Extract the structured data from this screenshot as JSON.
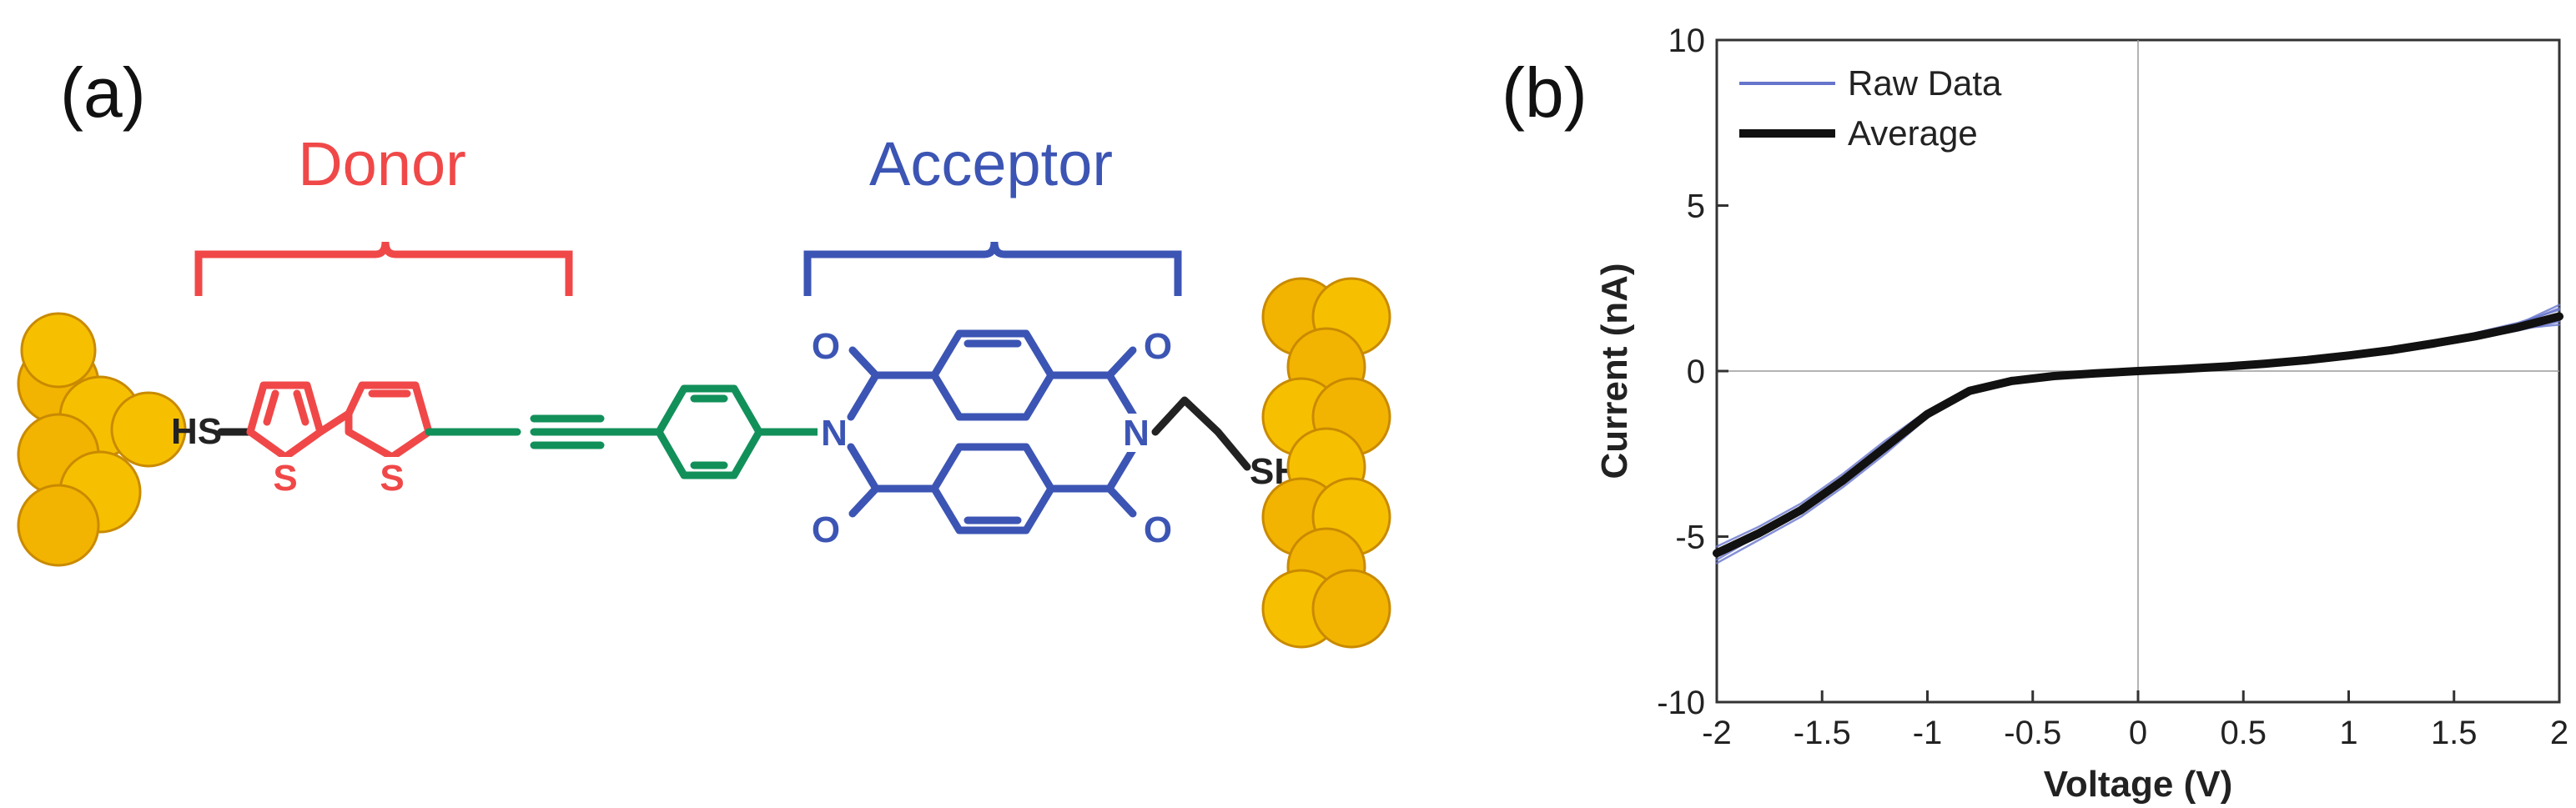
{
  "panels": {
    "a": {
      "label": "(a)"
    },
    "b": {
      "label": "(b)"
    }
  },
  "molecule": {
    "donor_label": "Donor",
    "acceptor_label": "Acceptor",
    "atoms": {
      "thiol_left": "HS",
      "thiol_right": "SH",
      "sulfur": "S",
      "nitrogen": "N",
      "oxygen": "O"
    },
    "colors": {
      "donor": "#f04848",
      "acceptor": "#3c55b4",
      "bridge": "#12905a",
      "linker": "#222222",
      "gold": "#f2b400"
    }
  },
  "chart_data": {
    "type": "line",
    "title": "",
    "xlabel": "Voltage (V)",
    "ylabel": "Current (nA)",
    "xlim": [
      -2,
      2
    ],
    "ylim": [
      -10,
      10
    ],
    "xticks": [
      -2,
      -1.5,
      -1,
      -0.5,
      0,
      0.5,
      1,
      1.5,
      2
    ],
    "xtick_labels": [
      "-2",
      "-1.5",
      "-1",
      "-0.5",
      "0",
      "0.5",
      "1",
      "1.5",
      "2"
    ],
    "yticks": [
      -10,
      -5,
      0,
      5,
      10
    ],
    "ytick_labels": [
      "-10",
      "-5",
      "0",
      "5",
      "10"
    ],
    "grid": false,
    "zero_lines": true,
    "legend": {
      "position": "top-left",
      "entries": [
        "Raw Data",
        "Average"
      ]
    },
    "x": [
      -2.0,
      -1.8,
      -1.6,
      -1.4,
      -1.2,
      -1.0,
      -0.8,
      -0.6,
      -0.4,
      -0.2,
      0.0,
      0.2,
      0.4,
      0.6,
      0.8,
      1.0,
      1.2,
      1.4,
      1.6,
      1.8,
      2.0
    ],
    "series": [
      {
        "name": "Average",
        "color": "#111111",
        "values": [
          -5.5,
          -4.9,
          -4.2,
          -3.3,
          -2.3,
          -1.3,
          -0.6,
          -0.3,
          -0.15,
          -0.07,
          0.0,
          0.06,
          0.13,
          0.22,
          0.33,
          0.47,
          0.63,
          0.83,
          1.05,
          1.32,
          1.65
        ]
      },
      {
        "name": "Raw Data",
        "color": "#6674cc",
        "values": [
          -5.8,
          -5.1,
          -4.4,
          -3.5,
          -2.5,
          -1.4,
          -0.65,
          -0.32,
          -0.16,
          -0.08,
          0.0,
          0.07,
          0.14,
          0.24,
          0.36,
          0.5,
          0.67,
          0.88,
          1.15,
          1.45,
          1.85
        ]
      },
      {
        "name": "Raw Data",
        "color": "#6674cc",
        "values": [
          -5.3,
          -4.7,
          -4.0,
          -3.1,
          -2.1,
          -1.2,
          -0.55,
          -0.28,
          -0.14,
          -0.06,
          0.0,
          0.05,
          0.12,
          0.2,
          0.31,
          0.44,
          0.6,
          0.8,
          0.98,
          1.22,
          1.5
        ]
      },
      {
        "name": "Raw Data",
        "color": "#6674cc",
        "values": [
          -5.6,
          -4.8,
          -4.3,
          -3.2,
          -2.4,
          -1.25,
          -0.62,
          -0.3,
          -0.15,
          -0.07,
          0.0,
          0.06,
          0.14,
          0.23,
          0.34,
          0.48,
          0.65,
          0.85,
          1.1,
          1.38,
          1.9
        ]
      },
      {
        "name": "Raw Data",
        "color": "#6674cc",
        "values": [
          -5.4,
          -5.0,
          -4.1,
          -3.4,
          -2.2,
          -1.35,
          -0.58,
          -0.29,
          -0.13,
          -0.07,
          0.0,
          0.06,
          0.12,
          0.21,
          0.32,
          0.46,
          0.62,
          0.81,
          1.0,
          1.28,
          1.4
        ]
      },
      {
        "name": "Raw Data",
        "color": "#6674cc",
        "values": [
          -5.7,
          -4.95,
          -4.25,
          -3.35,
          -2.3,
          -1.3,
          -0.6,
          -0.31,
          -0.16,
          -0.08,
          0.0,
          0.07,
          0.13,
          0.23,
          0.35,
          0.49,
          0.66,
          0.86,
          1.12,
          1.4,
          2.0
        ]
      }
    ]
  }
}
